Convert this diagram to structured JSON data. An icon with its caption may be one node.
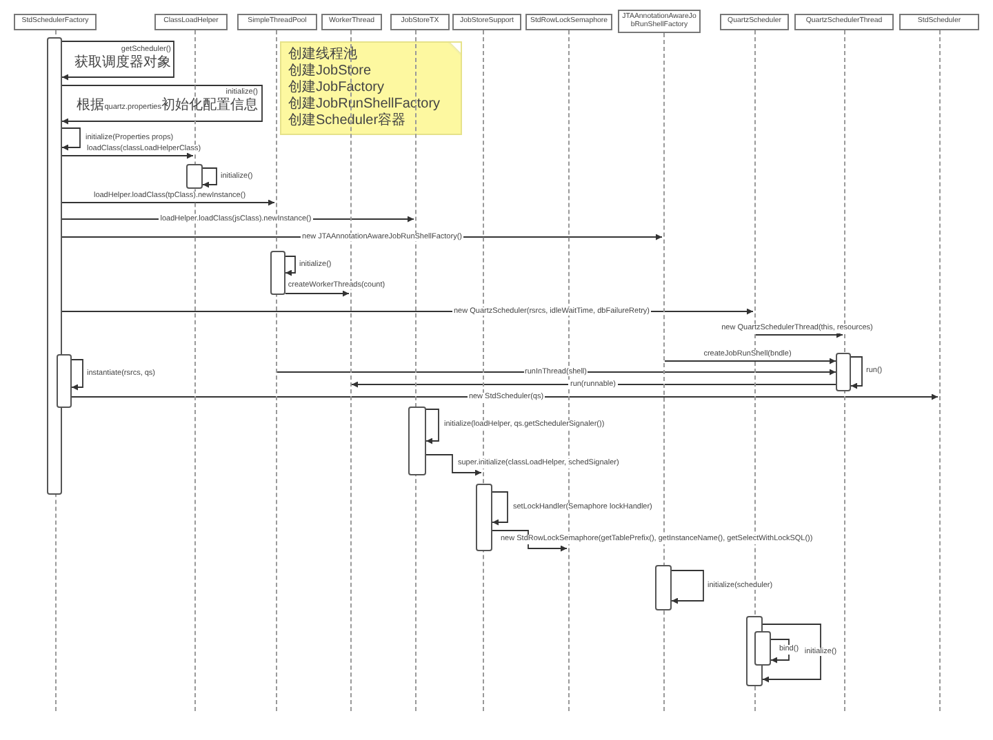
{
  "diagram": {
    "nodes": [
      {
        "text": [
          "StdSchedulerFactory"
        ]
      },
      {
        "text": [
          "ClassLoadHelper"
        ]
      },
      {
        "text": [
          "SimpleThreadPool"
        ]
      },
      {
        "text": [
          "WorkerThread"
        ]
      },
      {
        "text": [
          "JobStoreTX"
        ]
      },
      {
        "text": [
          "JobStoreSupport"
        ]
      },
      {
        "text": [
          "StdRowLockSemaphore"
        ]
      },
      {
        "text": [
          "JTAAnnotationAwareJobRunShellFactory"
        ]
      },
      {
        "text": [
          "QuartzScheduler"
        ]
      },
      {
        "text": [
          "QuartzSchedulerThread"
        ]
      },
      {
        "text": [
          "StdScheduler"
        ]
      },
      {
        "text": [
          "创建线程池",
          "创建JobStore",
          "创建JobFactory",
          "创建JobRunShellFactory",
          "创建Scheduler容器"
        ]
      },
      {
        "text": [],
        "shape": "line"
      },
      {
        "text": [],
        "shape": "line"
      },
      {
        "text": [],
        "shape": "line"
      },
      {
        "text": [],
        "shape": "line"
      },
      {
        "text": [],
        "shape": "line"
      },
      {
        "text": [],
        "shape": "line"
      },
      {
        "text": [],
        "shape": "line"
      },
      {
        "text": [],
        "shape": "line"
      },
      {
        "text": [],
        "shape": "line"
      },
      {
        "text": [],
        "shape": "line"
      },
      {
        "text": [],
        "shape": "line"
      },
      {
        "text": [],
        "shape": "bar"
      },
      {
        "text": [],
        "shape": "bar"
      },
      {
        "text": [],
        "shape": "bar"
      },
      {
        "text": [],
        "shape": "bar"
      },
      {
        "text": [],
        "shape": "bar"
      },
      {
        "text": [],
        "shape": "bar"
      },
      {
        "text": [],
        "shape": "bar"
      },
      {
        "text": [],
        "shape": "bar"
      },
      {
        "text": [],
        "shape": "bar"
      },
      {
        "text": [],
        "shape": "bar"
      }
    ],
    "edges": [
      {
        "from": 23,
        "to": 23,
        "arrow": "to",
        "label": "getScheduler() 获取调度器对象"
      },
      {
        "from": 23,
        "to": 23,
        "arrow": "to",
        "label": "initialize() 根据quartz.properties初始化配置信息"
      },
      {
        "from": 23,
        "to": 23,
        "arrow": "to",
        "label": "initialize(Properties props)"
      },
      {
        "from": 23,
        "to": 13,
        "arrow": "to",
        "label": "loadClass(classLoadHelperClass)"
      },
      {
        "from": 24,
        "to": 24,
        "arrow": "to",
        "label": "initialize()"
      },
      {
        "from": 23,
        "to": 14,
        "arrow": "to",
        "label": "loadHelper.loadClass(tpClass).newInstance()"
      },
      {
        "from": 23,
        "to": 16,
        "arrow": "to",
        "label": "loadHelper.loadClass(jsClass).newInstance()"
      },
      {
        "from": 23,
        "to": 19,
        "arrow": "to",
        "label": "new JTAAnnotationAwareJobRunShellFactory()"
      },
      {
        "from": 25,
        "to": 25,
        "arrow": "to",
        "label": "initialize()"
      },
      {
        "from": 25,
        "to": 15,
        "arrow": "to",
        "label": "createWorkerThreads(count)"
      },
      {
        "from": 23,
        "to": 20,
        "arrow": "to",
        "label": "new QuartzScheduler(rsrcs, idleWaitTime, dbFailureRetry)"
      },
      {
        "from": 20,
        "to": 21,
        "arrow": "to",
        "label": "new QuartzSchedulerThread(this, resources)"
      },
      {
        "from": 19,
        "to": 26,
        "arrow": "to",
        "label": "createJobRunShell(bndle)"
      },
      {
        "from": 26,
        "to": 26,
        "arrow": "to",
        "label": "run()"
      },
      {
        "from": 14,
        "to": 26,
        "arrow": "to",
        "label": "runInThread(shell)"
      },
      {
        "from": 26,
        "to": 15,
        "arrow": "to",
        "label": "run(runnable)"
      },
      {
        "from": 27,
        "to": 27,
        "arrow": "to",
        "label": "instantiate(rsrcs, qs)"
      },
      {
        "from": 27,
        "to": 22,
        "arrow": "to",
        "label": "new StdScheduler(qs)"
      },
      {
        "from": 28,
        "to": 28,
        "arrow": "to",
        "label": "initialize(loadHelper, qs.getSchedulerSignaler())"
      },
      {
        "from": 28,
        "to": 17,
        "arrow": "to",
        "label": "super.initialize(classLoadHelper, schedSignaler)"
      },
      {
        "from": 29,
        "to": 29,
        "arrow": "to",
        "label": "setLockHandler(Semaphore lockHandler)"
      },
      {
        "from": 29,
        "to": 18,
        "arrow": "to",
        "label": "new StdRowLockSemaphore(getTablePrefix(), getInstanceName(), getSelectWithLockSQL())"
      },
      {
        "from": 30,
        "to": 30,
        "arrow": "to",
        "label": "initialize(scheduler)"
      },
      {
        "from": 31,
        "to": 31,
        "arrow": "to",
        "label": "initialize()"
      },
      {
        "from": 32,
        "to": 32,
        "arrow": "to",
        "label": "bind()"
      }
    ]
  }
}
